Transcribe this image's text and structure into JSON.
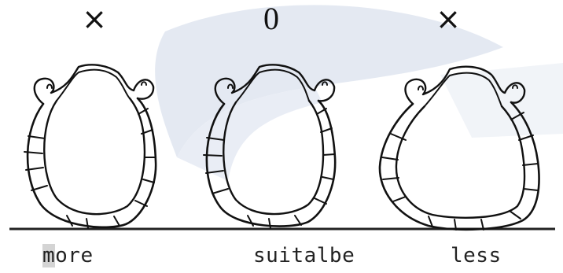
{
  "marks": {
    "left": "×",
    "center": "0",
    "right": "×"
  },
  "labels": {
    "left_highlight": "m",
    "left_rest": "ore",
    "center": "suitalbe",
    "right": "less"
  },
  "colors": {
    "watermark": "#dfe6f1",
    "ink": "#111111",
    "ground": "#222222",
    "highlight": "#d4d4d4"
  }
}
